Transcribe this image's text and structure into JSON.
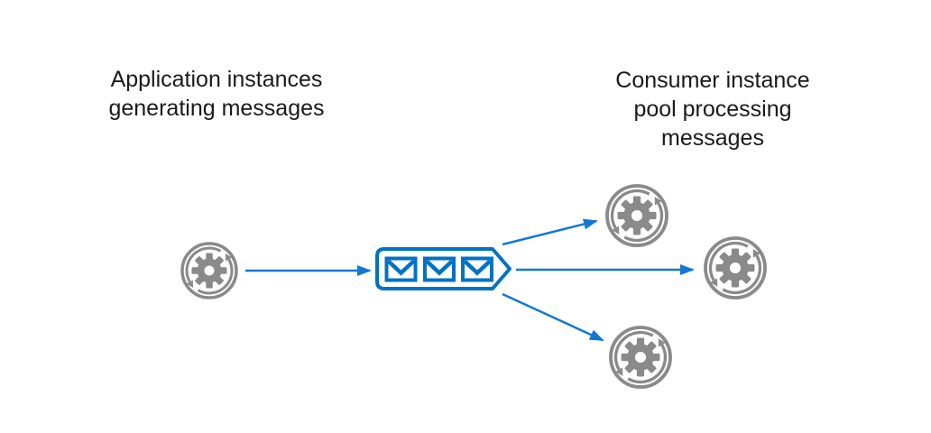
{
  "labels": {
    "producer": "Application instances generating messages",
    "producer_lines": [
      "Application instances",
      "generating messages"
    ],
    "consumer": "Consumer instance pool processing messages",
    "consumer_lines": [
      "Consumer instance",
      "pool processing",
      "messages"
    ]
  },
  "diagram": {
    "producer": {
      "icon": "gear-sync-icon",
      "instance_count": 1
    },
    "queue": {
      "icon": "message-queue-icon",
      "message_count": 3
    },
    "consumers": {
      "icon": "gear-sync-icon",
      "instance_count": 3
    },
    "edges": [
      {
        "from": "producer",
        "to": "queue"
      },
      {
        "from": "queue",
        "to": "consumer-top"
      },
      {
        "from": "queue",
        "to": "consumer-middle"
      },
      {
        "from": "queue",
        "to": "consumer-bottom"
      }
    ]
  },
  "colors": {
    "queue_blue": "#0072C6",
    "arrow_blue": "#1377D6",
    "icon_gray": "#8A8A8A",
    "text": "#1A1A1A",
    "background": "#FFFFFF"
  }
}
